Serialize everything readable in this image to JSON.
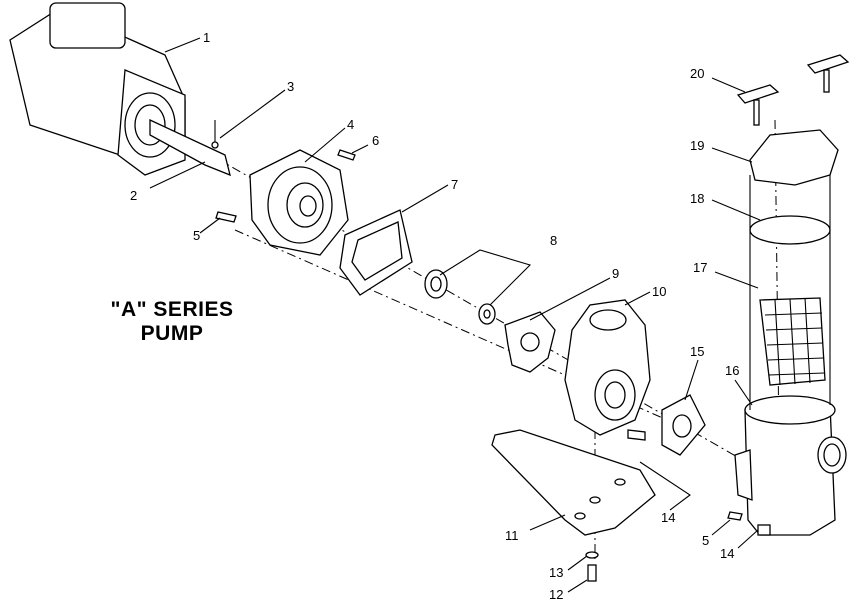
{
  "diagram": {
    "title_line1": "\"A\" SERIES",
    "title_line2": "PUMP",
    "callouts": [
      "1",
      "2",
      "3",
      "4",
      "5",
      "6",
      "7",
      "8",
      "9",
      "10",
      "11",
      "12",
      "13",
      "14",
      "15",
      "16",
      "17",
      "18",
      "19",
      "20",
      "5",
      "14"
    ]
  }
}
